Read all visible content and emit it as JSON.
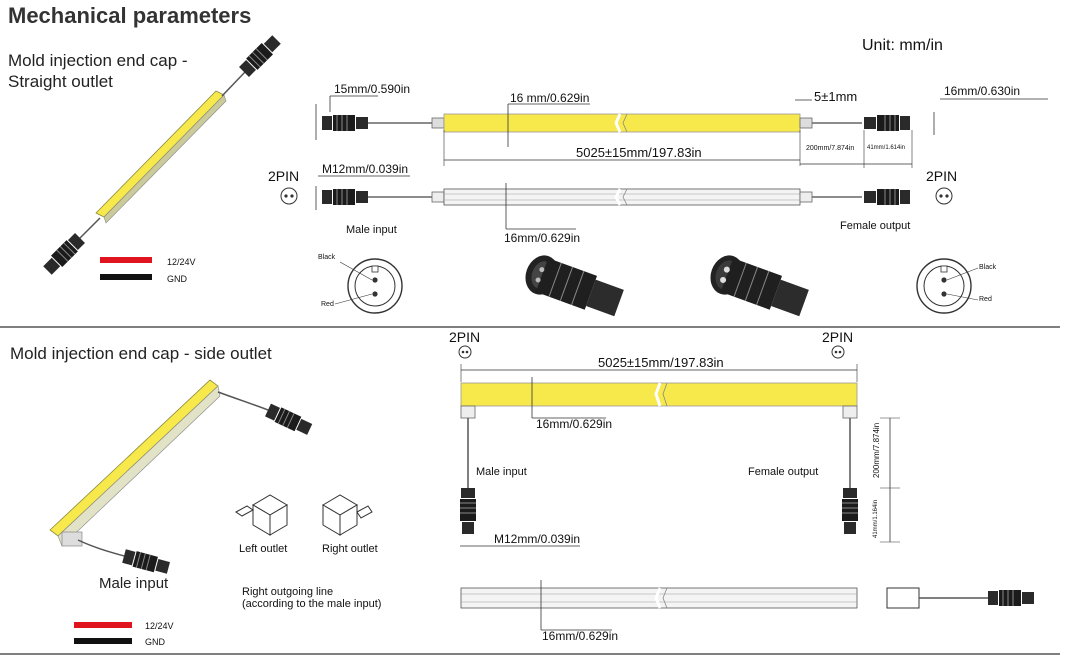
{
  "title": "Mechanical parameters",
  "unit": "Unit: mm/in",
  "colors": {
    "led_yellow": "#F7E84C",
    "wire_red": "#E0141E",
    "wire_black": "#111111",
    "divider": "#555555"
  },
  "straight": {
    "heading_l1": "Mold injection end cap -",
    "heading_l2": "Straight outlet",
    "dims": {
      "connector_len": "15mm/0.590in",
      "width_top": "16 mm/0.629in",
      "gap": "5±1mm",
      "end_len": "16mm/0.630in",
      "total": "5025±15mm/197.83in",
      "lead": "200mm/7.874in",
      "plug": "41mm/1.614in",
      "thread": "M12mm/0.039in",
      "width_bottom": "16mm/0.629in"
    },
    "pin_left": "2PIN",
    "pin_right": "2PIN",
    "male_input": "Male input",
    "female_output": "Female output",
    "wire_black_left": "Black",
    "wire_red_left": "Red",
    "wire_black_right": "Black",
    "wire_red_right": "Red",
    "legend_red": "12/24V",
    "legend_black": "GND"
  },
  "side": {
    "heading": "Mold injection end cap - side outlet",
    "pin_left": "2PIN",
    "pin_right": "2PIN",
    "total": "5025±15mm/197.83in",
    "width": "16mm/0.629in",
    "male_input": "Male input",
    "female_output": "Female output",
    "lead": "200mm/7.874in",
    "plug": "41mm/1.164in",
    "thread": "M12mm/0.039in",
    "left_outlet": "Left outlet",
    "right_outlet": "Right outlet",
    "male_input_big": "Male input",
    "right_line_l1": "Right outgoing line",
    "right_line_l2": "(according to the male input)",
    "width_bottom": "16mm/0.629in",
    "legend_red": "12/24V",
    "legend_black": "GND"
  }
}
